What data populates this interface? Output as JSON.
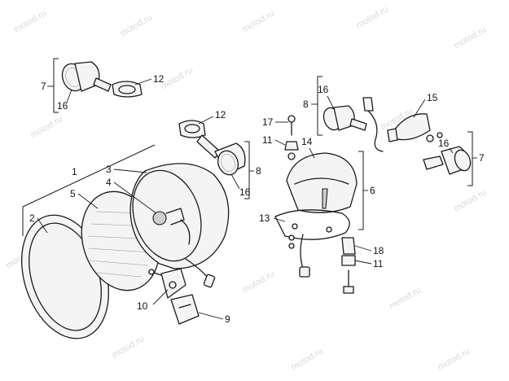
{
  "watermark": "motod.ru",
  "callouts": {
    "c1": "1",
    "c2": "2",
    "c3": "3",
    "c4": "4",
    "c5": "5",
    "c6": "6",
    "c7_left": "7",
    "c7_right": "7",
    "c8_mid": "8",
    "c8_top": "8",
    "c9": "9",
    "c10": "10",
    "c11_top": "11",
    "c11_bottom": "11",
    "c12_top": "12",
    "c12_mid": "12",
    "c13": "13",
    "c14": "14",
    "c15": "15",
    "c16_topleft": "16",
    "c16_mid": "16",
    "c16_top": "16",
    "c16_right": "16",
    "c17": "17",
    "c18": "18"
  }
}
